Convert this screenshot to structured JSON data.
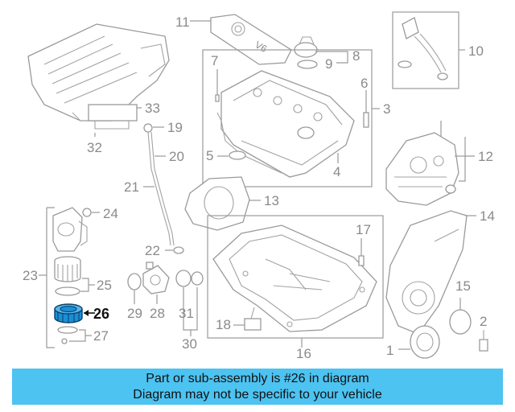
{
  "diagram": {
    "highlight_color": "#1a8fd6",
    "labels": [
      "1",
      "2",
      "3",
      "4",
      "5",
      "6",
      "7",
      "8",
      "9",
      "10",
      "11",
      "12",
      "13",
      "14",
      "15",
      "16",
      "17",
      "18",
      "19",
      "20",
      "21",
      "22",
      "23",
      "24",
      "25",
      "26",
      "27",
      "28",
      "29",
      "30",
      "31",
      "32",
      "33"
    ],
    "highlighted": "26"
  },
  "banner": {
    "line1": "Part or sub-assembly is #26 in diagram",
    "line2": "Diagram may not be specific to your vehicle",
    "color": "#4dc3f1"
  }
}
